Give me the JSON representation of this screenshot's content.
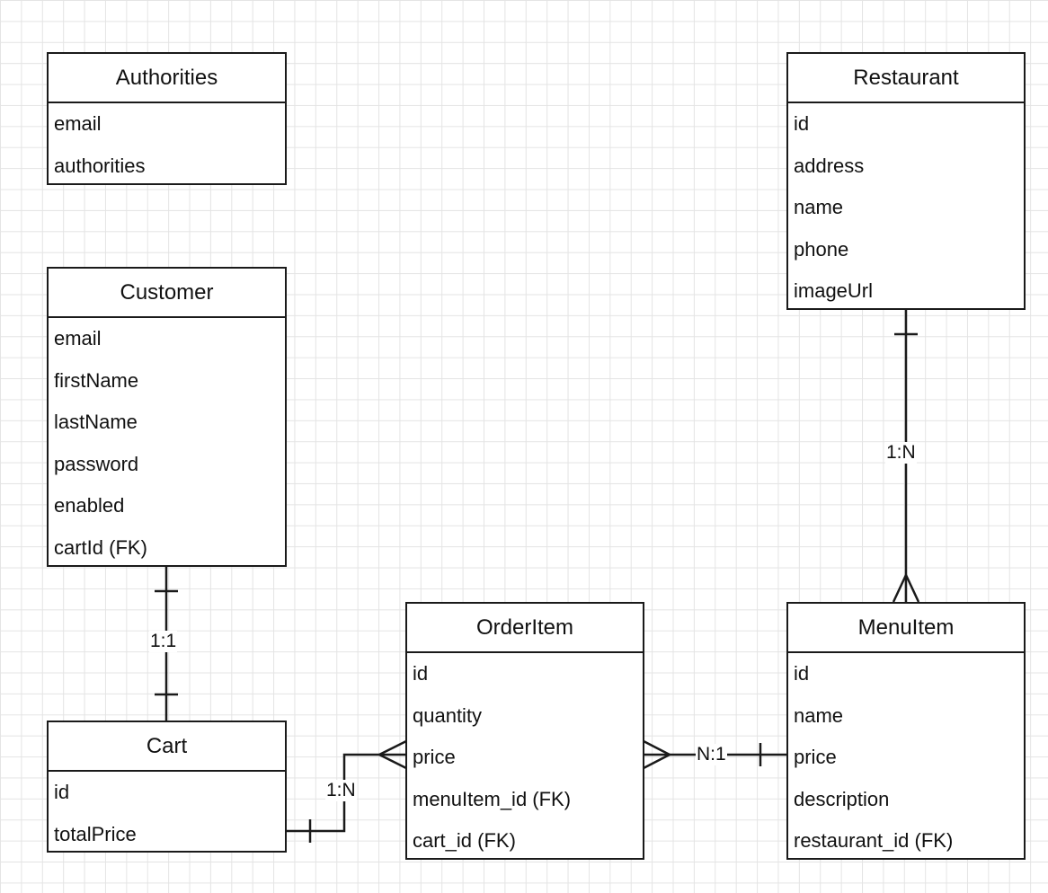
{
  "entities": {
    "authorities": {
      "title": "Authorities",
      "fields": [
        "email",
        "authorities"
      ]
    },
    "restaurant": {
      "title": "Restaurant",
      "fields": [
        "id",
        "address",
        "name",
        "phone",
        "imageUrl"
      ]
    },
    "customer": {
      "title": "Customer",
      "fields": [
        "email",
        "firstName",
        "lastName",
        "password",
        "enabled",
        "cartId (FK)"
      ]
    },
    "cart": {
      "title": "Cart",
      "fields": [
        "id",
        "totalPrice"
      ]
    },
    "orderitem": {
      "title": "OrderItem",
      "fields": [
        "id",
        "quantity",
        "price",
        "menuItem_id (FK)",
        "cart_id (FK)"
      ]
    },
    "menuitem": {
      "title": "MenuItem",
      "fields": [
        "id",
        "name",
        "price",
        "description",
        "restaurant_id (FK)"
      ]
    }
  },
  "relationships": {
    "customer_cart": {
      "label": "1:1"
    },
    "cart_orderitem": {
      "label": "1:N"
    },
    "orderitem_menuitem": {
      "label": "N:1"
    },
    "restaurant_menuitem": {
      "label": "1:N"
    }
  }
}
